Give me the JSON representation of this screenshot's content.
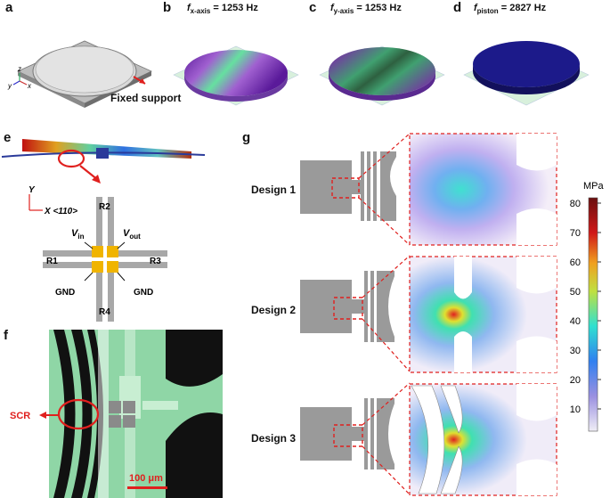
{
  "panels": {
    "a": {
      "letter": "a",
      "axis_z": "z",
      "axis_y": "y",
      "axis_x": "x",
      "fixed_support": "Fixed support"
    },
    "b": {
      "letter": "b",
      "freq_label": "f",
      "freq_sub": "x-axis",
      "freq_value": " = 1253 Hz"
    },
    "c": {
      "letter": "c",
      "freq_label": "f",
      "freq_sub": "y-axis",
      "freq_value": " = 1253 Hz"
    },
    "d": {
      "letter": "d",
      "freq_label": "f",
      "freq_sub": "piston",
      "freq_value": " = 2827 Hz"
    },
    "e": {
      "letter": "e",
      "axis_y": "Y",
      "axis_x": "X <110>",
      "r1": "R1",
      "r2": "R2",
      "r3": "R3",
      "r4": "R4",
      "vin": "V",
      "vin_sub": "in",
      "vout": "V",
      "vout_sub": "out",
      "gnd_left": "GND",
      "gnd_right": "GND"
    },
    "f": {
      "letter": "f",
      "scr": "SCR",
      "scale": "100 μm"
    },
    "g": {
      "letter": "g",
      "designs": [
        "Design 1",
        "Design 2",
        "Design 3"
      ],
      "colorbar": {
        "unit": "MPa",
        "ticks": [
          "80",
          "70",
          "60",
          "50",
          "40",
          "30",
          "20",
          "10"
        ]
      }
    }
  },
  "colors": {
    "accent_red": "#e0201e",
    "gold": "#f0b400",
    "substrate_green": "#8fd6a6",
    "gray": "#9a9a9a",
    "navy": "#1a1a8c"
  }
}
